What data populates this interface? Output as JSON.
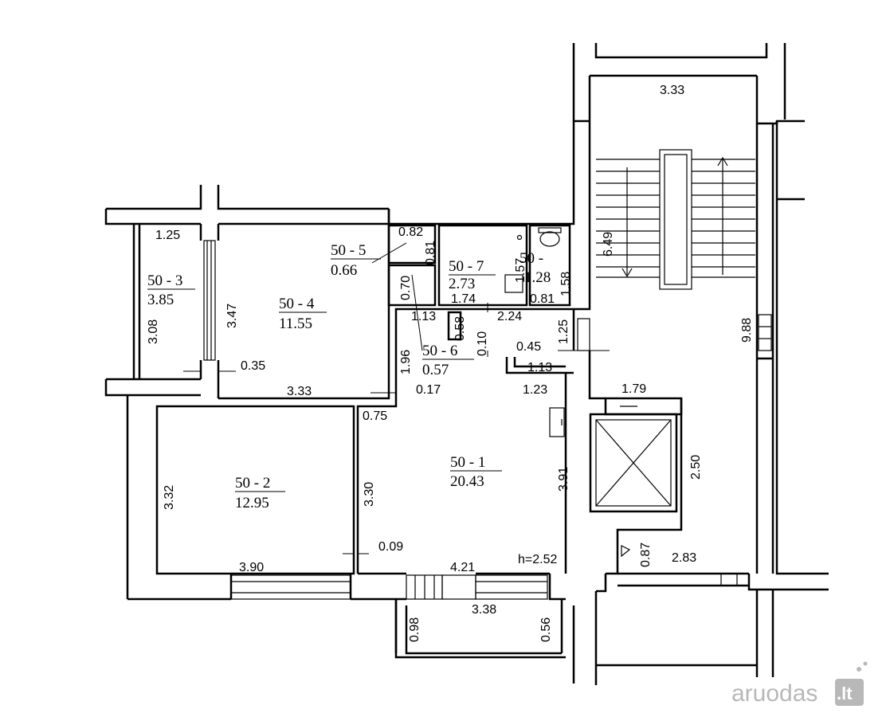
{
  "rooms": [
    {
      "id": "50 - 1",
      "area": "20.43"
    },
    {
      "id": "50 - 2",
      "area": "12.95"
    },
    {
      "id": "50 - 3",
      "area": "3.85"
    },
    {
      "id": "50 - 4",
      "area": "11.55"
    },
    {
      "id": "50 - 5",
      "area": "0.66"
    },
    {
      "id": "50 - 6",
      "area": "0.57"
    },
    {
      "id": "50 - 7",
      "area": "2.73"
    },
    {
      "id": "50 -",
      "area": "1.28"
    }
  ],
  "ceiling_height": "h=2.52",
  "dimensions": {
    "stair_width": "3.33",
    "stair_length": "6.49",
    "hall_length": "9.88",
    "balcony_width": "1.25",
    "balcony_height": "3.08",
    "room4_height": "3.47",
    "room4_width": "3.33",
    "wall_035": "0.35",
    "room5_w": "0.82",
    "room5_h": "0.81",
    "room5_side": "0.70",
    "room7_w": "1.74",
    "room7_h": "1.57",
    "wc_w": "0.81",
    "wc_h": "1.58",
    "hall_113a": "1.13",
    "hall_058": "0.58",
    "hall_010": "0.10",
    "hall_224": "2.24",
    "hall_125": "1.25",
    "hall_045": "0.45",
    "hall_113b": "1.13",
    "hall_196": "1.96",
    "hall_017": "0.17",
    "hall_123": "1.23",
    "hall_075": "0.75",
    "room2_h": "3.32",
    "room2_w": "3.90",
    "room1_left": "3.30",
    "room1_right": "3.91",
    "room1_w": "4.21",
    "wall_009": "0.09",
    "loggia_w": "3.38",
    "loggia_left": "0.98",
    "loggia_right": "0.56",
    "lift_w": "1.79",
    "lift_h": "2.50",
    "landing_087": "0.87",
    "landing_283": "2.83"
  },
  "watermark": {
    "text": "aruodas",
    "tag": ".lt"
  },
  "colors": {
    "line": "#000000",
    "watermark": "#b8b8b8",
    "tag_bg": "#b8b8b8"
  }
}
